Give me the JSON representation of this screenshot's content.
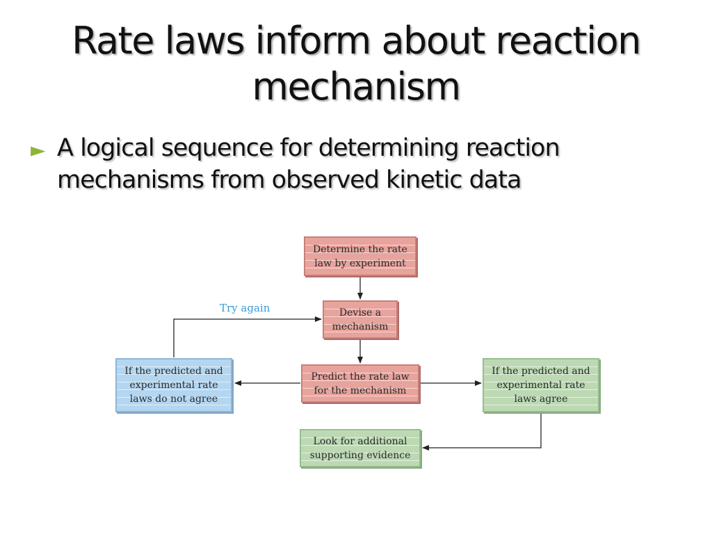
{
  "slide": {
    "title": "Rate laws inform about reaction mechanism",
    "bullet": "A logical sequence for determining reaction mechanisms from observed kinetic data"
  },
  "diagram": {
    "nodes": {
      "determine": "Determine the rate law by experiment",
      "devise": "Devise a mechanism",
      "predict": "Predict the rate law for the mechanism",
      "disagree": "If the predicted and experimental rate laws do not agree",
      "agree": "If the predicted and experimental rate laws agree",
      "evidence": "Look for additional supporting evidence"
    },
    "edge_label_try_again": "Try again"
  },
  "colors": {
    "bullet_marker": "#8fb43c",
    "try_again": "#3a9ad9",
    "step_box": "#e8a39c",
    "disagree_box": "#b4d6f0",
    "agree_box": "#bcd9b4"
  }
}
